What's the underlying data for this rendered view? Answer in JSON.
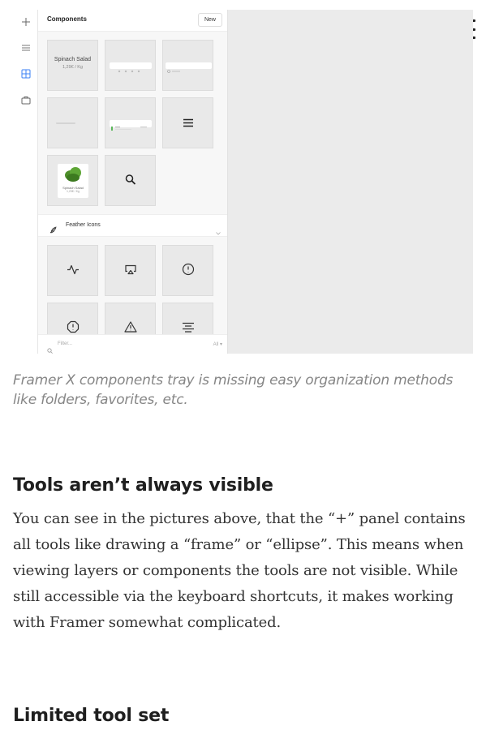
{
  "header": {
    "menu_icon": "hamburger-icon"
  },
  "screenshot": {
    "rail_icons": [
      "plus-icon",
      "list-icon",
      "grid-icon",
      "briefcase-icon"
    ],
    "panel_title": "Components",
    "new_label": "New",
    "spinach_title": "Spinach Salad",
    "spinach_price": "1,29€ / Kg",
    "card_title": "Spinach Salad",
    "card_price": "1,29€ / Kg",
    "section_label": "Feather Icons",
    "filter_placeholder": "Filter...",
    "filter_scope": "All",
    "accent": "#3b82f6"
  },
  "caption": "Framer X components tray is missing easy organization methods like folders, favorites, etc.",
  "section1": {
    "heading": "Tools aren’t always visible",
    "body": "You can see in the pictures above, that the “+” panel contains all tools like drawing a “frame” or “ellipse”. This means when viewing layers or components the tools are not visible. While still accessible via the keyboard shortcuts, it makes working with Framer somewhat complicated."
  },
  "section2": {
    "heading": "Limited tool set"
  }
}
